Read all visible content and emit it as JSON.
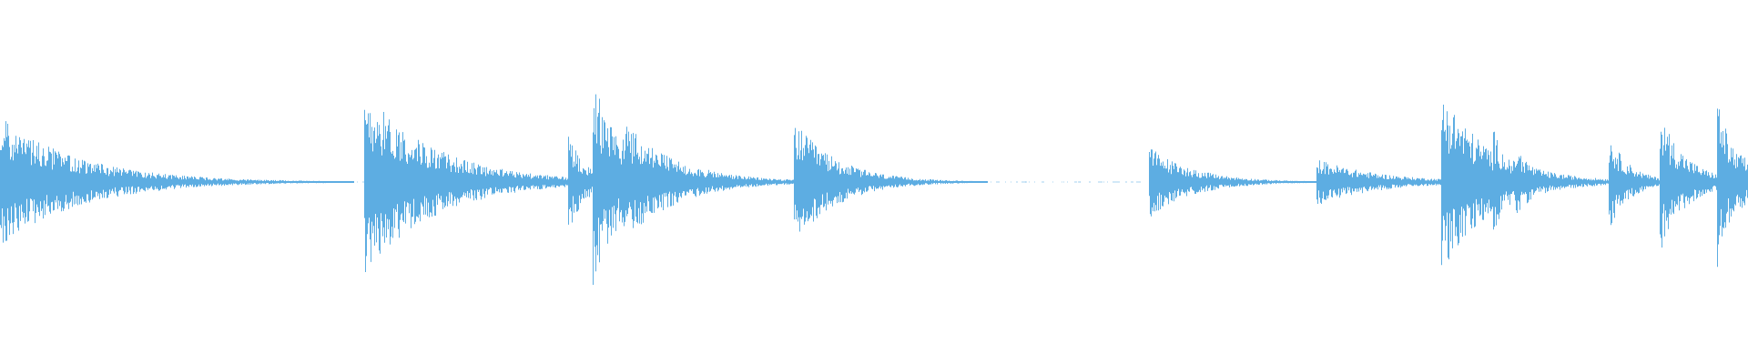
{
  "waveform": {
    "color": "#5dade2",
    "transients": [
      {
        "time": 0.0,
        "amp": 0.36,
        "decay": 0.045,
        "bursts": 5,
        "spacing": 0.004
      },
      {
        "time": 0.208,
        "amp": 0.52,
        "decay": 0.04,
        "bursts": 6,
        "spacing": 0.004
      },
      {
        "time": 0.325,
        "amp": 0.28,
        "decay": 0.01,
        "bursts": 1,
        "spacing": 0.0
      },
      {
        "time": 0.339,
        "amp": 0.58,
        "decay": 0.018,
        "bursts": 3,
        "spacing": 0.003
      },
      {
        "time": 0.356,
        "amp": 0.34,
        "decay": 0.03,
        "bursts": 3,
        "spacing": 0.003
      },
      {
        "time": 0.454,
        "amp": 0.34,
        "decay": 0.025,
        "bursts": 1,
        "spacing": 0.0
      },
      {
        "time": 0.657,
        "amp": 0.2,
        "decay": 0.025,
        "bursts": 3,
        "spacing": 0.004
      },
      {
        "time": 0.753,
        "amp": 0.13,
        "decay": 0.035,
        "bursts": 1,
        "spacing": 0.0
      },
      {
        "time": 0.824,
        "amp": 0.52,
        "decay": 0.028,
        "bursts": 1,
        "spacing": 0.0
      },
      {
        "time": 0.854,
        "amp": 0.3,
        "decay": 0.01,
        "bursts": 1,
        "spacing": 0.0
      },
      {
        "time": 0.867,
        "amp": 0.2,
        "decay": 0.012,
        "bursts": 1,
        "spacing": 0.0
      },
      {
        "time": 0.92,
        "amp": 0.27,
        "decay": 0.012,
        "bursts": 1,
        "spacing": 0.0
      },
      {
        "time": 0.949,
        "amp": 0.4,
        "decay": 0.015,
        "bursts": 1,
        "spacing": 0.0
      },
      {
        "time": 0.982,
        "amp": 0.49,
        "decay": 0.01,
        "bursts": 1,
        "spacing": 0.0
      },
      {
        "time": 0.995,
        "amp": 0.2,
        "decay": 0.008,
        "bursts": 2,
        "spacing": 0.003
      }
    ]
  }
}
